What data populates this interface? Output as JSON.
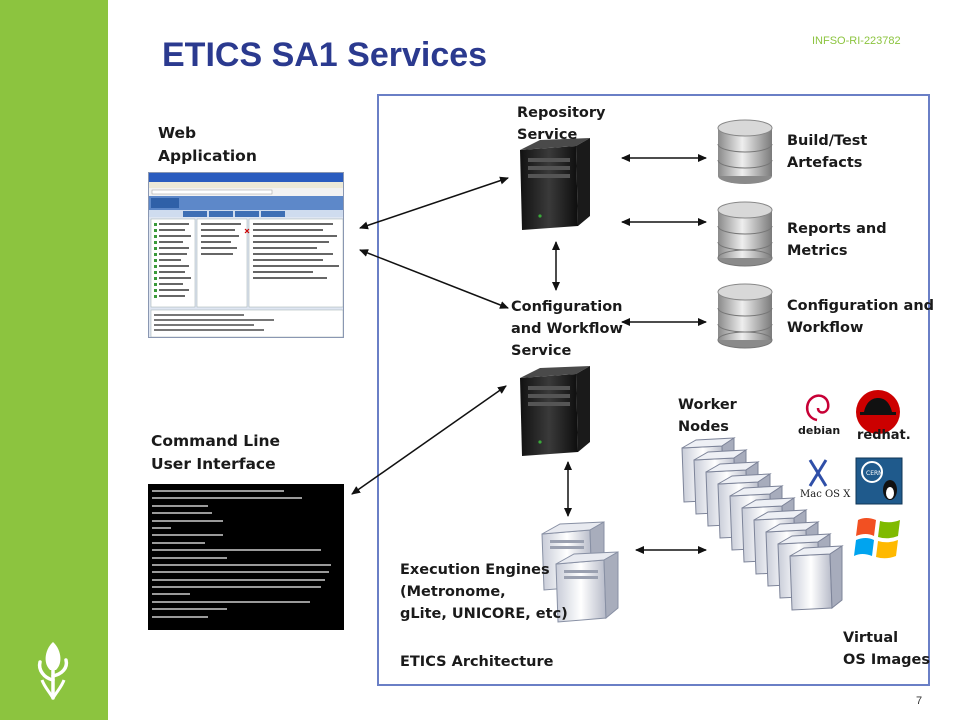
{
  "slide": {
    "title": "ETICS SA1 Services",
    "project_id": "INFSO-RI-223782",
    "page_number": "7"
  },
  "diagram": {
    "left": {
      "web_application": "Web\nApplication",
      "command_line": "Command Line\nUser Interface"
    },
    "services": {
      "repository": "Repository\nService",
      "configuration_workflow": "Configuration\nand Workflow\nService"
    },
    "databases": [
      "Build/Test\nArtefacts",
      "Reports and\nMetrics",
      "Configuration  and\nWorkflow"
    ],
    "worker_nodes": "Worker\nNodes",
    "os_logos": {
      "debian": "debian",
      "redhat": "redhat.",
      "macosx": "Mac OS X"
    },
    "execution_engines": "Execution Engines\n(Metronome,\ngLite, UNICORE, etc)",
    "virtual_os_images": "Virtual\nOS  Images",
    "architecture_caption": "ETICS Architecture"
  },
  "colors": {
    "sidebar": "#8cc43f",
    "title": "#2b3a8f",
    "frame": "#6a7fc6",
    "redhat": "#cc0000"
  }
}
